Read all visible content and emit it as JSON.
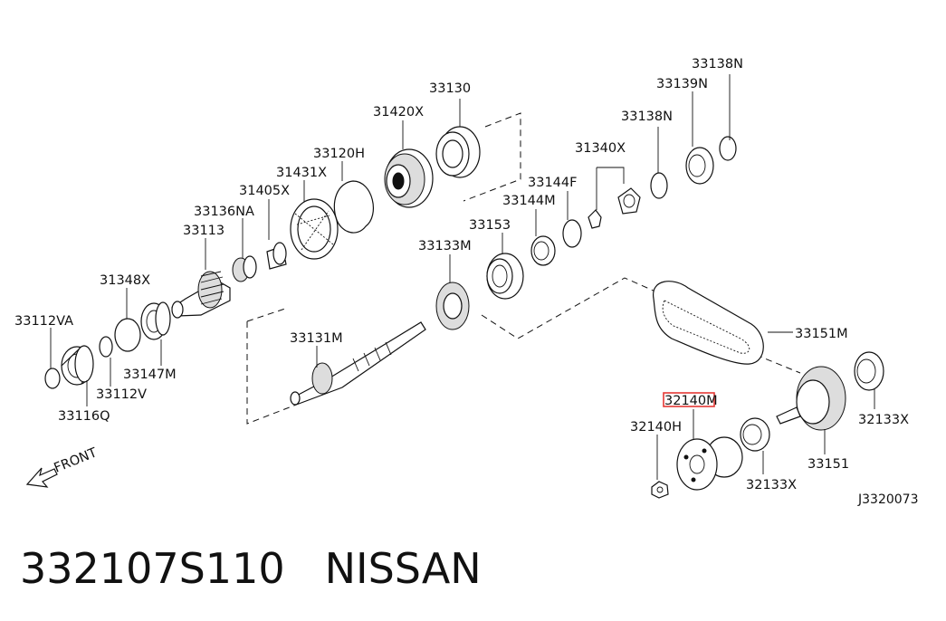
{
  "diagram": {
    "labels": {
      "p33138N_top": "33138N",
      "p33139N": "33139N",
      "p33138N": "33138N",
      "p33130": "33130",
      "p31420X": "31420X",
      "p33120H": "33120H",
      "p31431X": "31431X",
      "p31405X": "31405X",
      "p33136NA": "33136NA",
      "p33113": "33113",
      "p31348X": "31348X",
      "p33112VA": "33112VA",
      "p33147M": "33147M",
      "p33112V": "33112V",
      "p33116Q": "33116Q",
      "p33340X": "31340X",
      "p33144F": "33144F",
      "p33144M": "33144M",
      "p33153": "33153",
      "p33133M": "33133M",
      "p33131M": "33131M",
      "p33151M": "33151M",
      "p32140M": "32140M",
      "p32140H": "32140H",
      "p32133X_right": "32133X",
      "p33151": "33151",
      "p32133X": "32133X",
      "front": "FRONT"
    },
    "highlight": {
      "part": "32140M",
      "color": "#e53935"
    },
    "drawing_code": "J3320073"
  },
  "footer": {
    "part_number": "332107S110",
    "brand": "NISSAN"
  }
}
